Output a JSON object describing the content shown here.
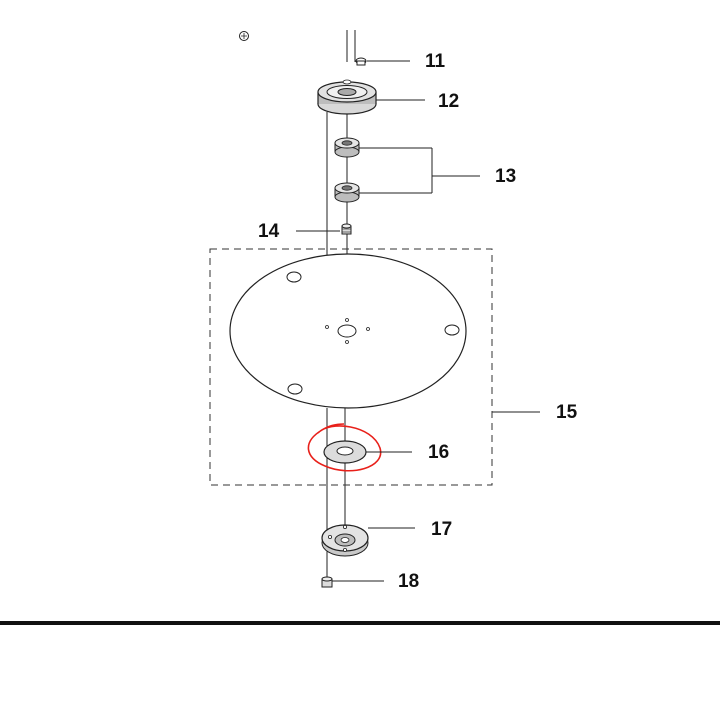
{
  "callouts": [
    {
      "number": "11",
      "part": "screw"
    },
    {
      "number": "12",
      "part": "bearing-housing"
    },
    {
      "number": "13",
      "part": "ball-bearings"
    },
    {
      "number": "14",
      "part": "screw"
    },
    {
      "number": "15",
      "part": "cutting-disc-assembly"
    },
    {
      "number": "16",
      "part": "washer",
      "highlighted": true
    },
    {
      "number": "17",
      "part": "hub-flange"
    },
    {
      "number": "18",
      "part": "nut"
    }
  ],
  "colors": {
    "line": "#222222",
    "highlight": "#e8201a",
    "rule": "#111111"
  },
  "icons": {
    "top_corner": "registration-symbol-icon"
  }
}
